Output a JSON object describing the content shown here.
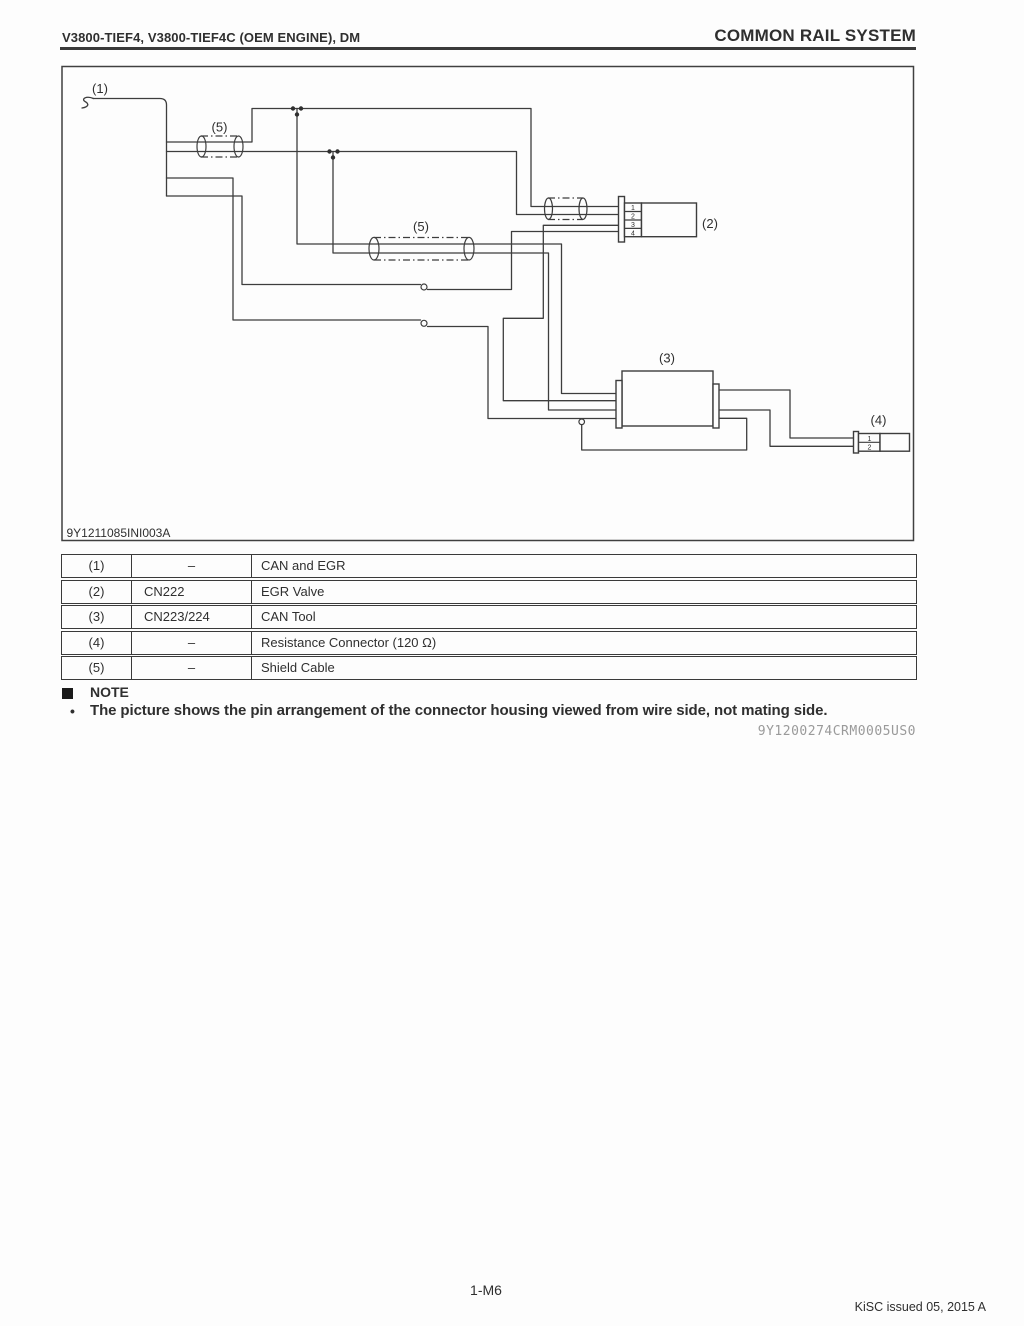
{
  "page": {
    "header_left": "V3800-TIEF4, V3800-TIEF4C (OEM ENGINE), DM",
    "header_right": "COMMON RAIL SYSTEM",
    "page_number": "1-M6",
    "issue_note": "KiSC issued 05, 2015 A",
    "ref_code": "9Y1200274CRM0005US0"
  },
  "diagram": {
    "figure_code": "9Y1211085INI003A",
    "callouts": {
      "harness": "(1)",
      "egr_valve": "(2)",
      "can_tool": "(3)",
      "resistor": "(4)",
      "shield_a": "(5)",
      "shield_b": "(5)"
    },
    "connector2": {
      "pins": [
        "1",
        "2",
        "3",
        "4"
      ]
    },
    "connector4": {
      "pins": [
        "1",
        "2"
      ]
    }
  },
  "legend": {
    "rows": [
      {
        "ref": "(1)",
        "code": "–",
        "desc": "CAN and EGR"
      },
      {
        "ref": "(2)",
        "code": "CN222",
        "desc": "EGR Valve"
      },
      {
        "ref": "(3)",
        "code": "CN223/224",
        "desc": "CAN Tool"
      },
      {
        "ref": "(4)",
        "code": "–",
        "desc": "Resistance Connector (120 Ω)"
      },
      {
        "ref": "(5)",
        "code": "–",
        "desc": "Shield Cable"
      }
    ]
  },
  "note": {
    "heading": "NOTE",
    "bullet_char": "•",
    "text": "The picture shows the pin arrangement of the connector housing viewed from wire side, not mating side."
  },
  "colors": {
    "ink": "#2f2f2f",
    "line": "#3d3d3d",
    "muted": "#9a9a9a",
    "paper": "#fdfdfd"
  }
}
